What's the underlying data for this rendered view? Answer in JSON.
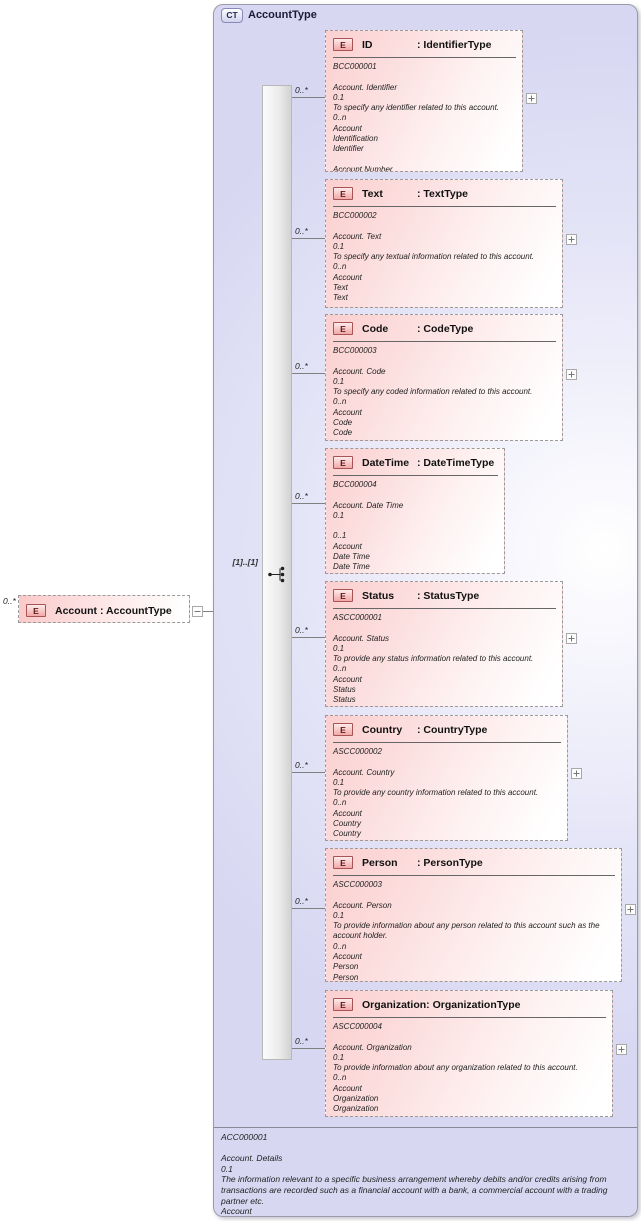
{
  "complex_type": {
    "badge": "CT",
    "name": "AccountType",
    "group_cardinality": "[1]..[1]",
    "footer_doc": "ACC000001\n\nAccount. Details\n0.1\nThe information relevant to a specific business arrangement whereby debits and/or credits arising from transactions are recorded such as a financial account with a bank, a commercial account with a trading partner etc.\nAccount"
  },
  "root_element": {
    "badge": "E",
    "cardinality": "0..*",
    "name": "Account",
    "type": ": AccountType"
  },
  "elements": [
    {
      "badge": "E",
      "cardinality": "0..*",
      "name": "ID",
      "type": ": IdentifierType",
      "body": "BCC000001\n\nAccount. Identifier\n0.1\nTo specify any identifier related to this account.\n0..n\nAccount\nIdentification\nIdentifier\n\nAccount Number"
    },
    {
      "badge": "E",
      "cardinality": "0..*",
      "name": "Text",
      "type": ": TextType",
      "body": "BCC000002\n\nAccount. Text\n0.1\nTo specify any textual information related to this account.\n0..n\nAccount\nText\nText"
    },
    {
      "badge": "E",
      "cardinality": "0..*",
      "name": "Code",
      "type": ": CodeType",
      "body": "BCC000003\n\nAccount. Code\n0.1\nTo specify any coded information related to this account.\n0..n\nAccount\nCode\nCode"
    },
    {
      "badge": "E",
      "cardinality": "0..*",
      "name": "DateTime",
      "type": ": DateTimeType",
      "body": "BCC000004\n\nAccount. Date Time\n0.1\n\n0..1\nAccount\nDate Time\nDate Time"
    },
    {
      "badge": "E",
      "cardinality": "0..*",
      "name": "Status",
      "type": ": StatusType",
      "body": "ASCC000001\n\nAccount. Status\n0.1\nTo provide any status information related to this account.\n0..n\nAccount\nStatus\nStatus"
    },
    {
      "badge": "E",
      "cardinality": "0..*",
      "name": "Country",
      "type": ": CountryType",
      "body": "ASCC000002\n\nAccount. Country\n0.1\nTo provide any country information related to this account.\n0..n\nAccount\nCountry\nCountry"
    },
    {
      "badge": "E",
      "cardinality": "0..*",
      "name": "Person",
      "type": ": PersonType",
      "body": "ASCC000003\n\nAccount. Person\n0.1\nTo provide information about any person related to this account such as the account holder.\n0..n\nAccount\nPerson\nPerson"
    },
    {
      "badge": "E",
      "cardinality": "0..*",
      "name": "Organization",
      "type": ": OrganizationType",
      "body": "ASCC000004\n\nAccount. Organization\n0.1\nTo provide information about any organization related to this account.\n0..n\nAccount\nOrganization\nOrganization"
    }
  ],
  "colors": {
    "element_fill_pink": "#fbcfcf",
    "container_lavender": "#d7d7f2",
    "element_badge_border": "#a85454",
    "ct_badge_border": "#8888b8"
  }
}
